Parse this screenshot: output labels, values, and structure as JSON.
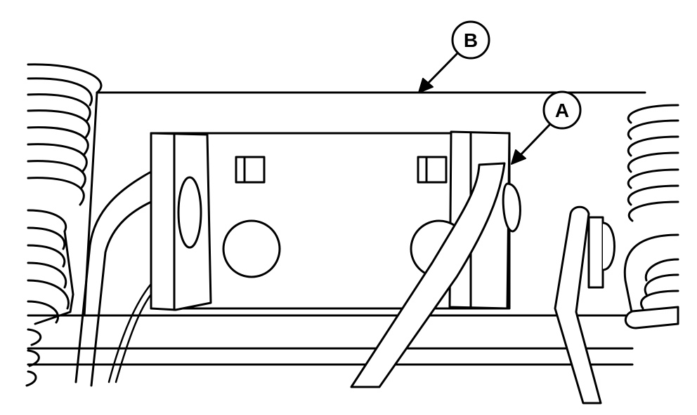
{
  "callouts": [
    {
      "id": "A",
      "label": "A"
    },
    {
      "id": "B",
      "label": "B"
    }
  ],
  "colors": {
    "stroke": "#000000",
    "background": "#ffffff"
  }
}
